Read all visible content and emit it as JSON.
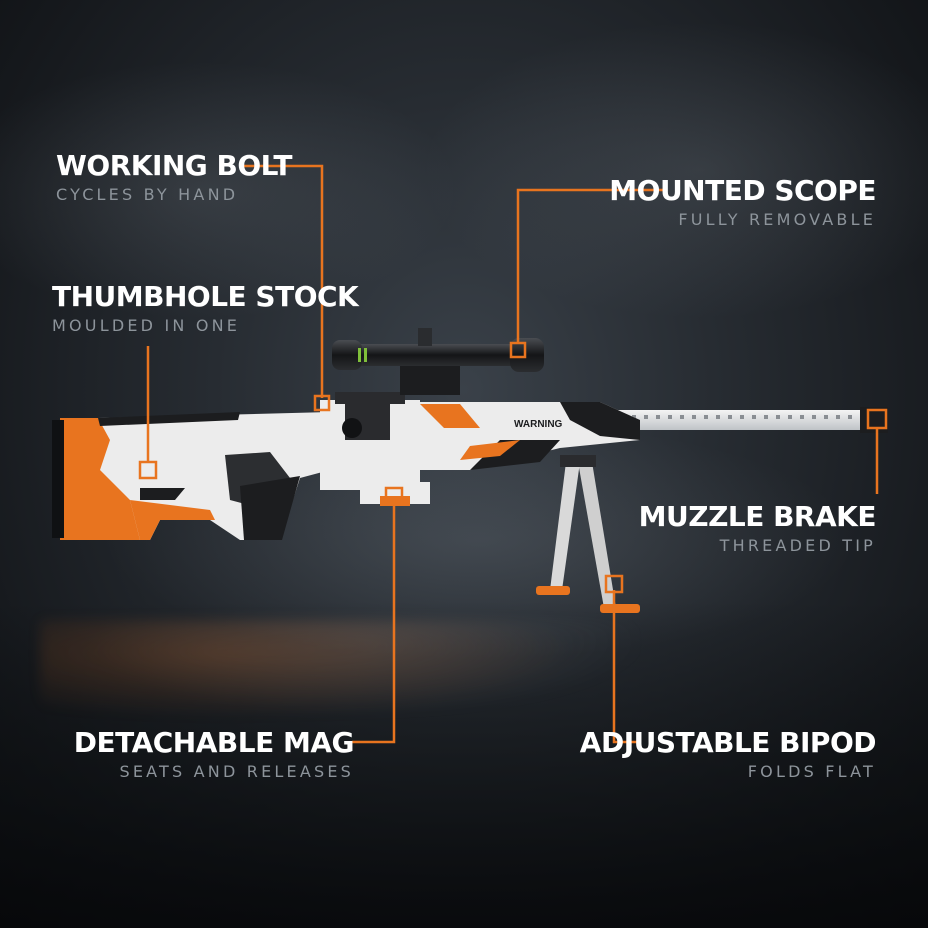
{
  "callouts": {
    "working_bolt": {
      "title": "WORKING BOLT",
      "subtitle": "CYCLES BY HAND"
    },
    "thumbhole_stock": {
      "title": "THUMBHOLE STOCK",
      "subtitle": "MOULDED IN ONE"
    },
    "mounted_scope": {
      "title": "MOUNTED SCOPE",
      "subtitle": "FULLY REMOVABLE"
    },
    "muzzle_brake": {
      "title": "MUZZLE BRAKE",
      "subtitle": "THREADED TIP"
    },
    "detachable_mag": {
      "title": "DETACHABLE MAG",
      "subtitle": "SEATS AND RELEASES"
    },
    "adjustable_bipod": {
      "title": "ADJUSTABLE BIPOD",
      "subtitle": "FOLDS FLAT"
    }
  },
  "rifle": {
    "warning_label": "WARNING",
    "colors": {
      "accent": "#e8741f",
      "body": "#ececec",
      "dark": "#1c1d1f",
      "leader": "#e8741f"
    }
  }
}
